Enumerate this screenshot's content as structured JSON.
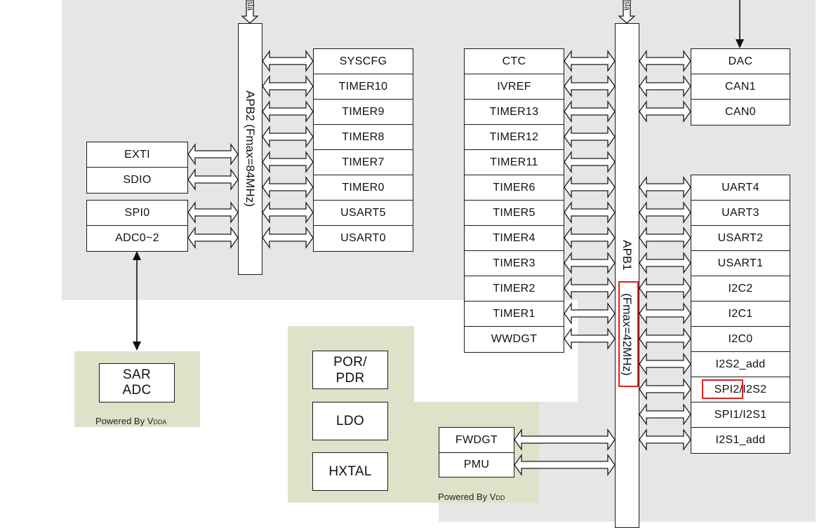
{
  "apb2": {
    "label": "APB2  (Fmax=84MHz)",
    "right_peripherals": [
      "SYSCFG",
      "TIMER10",
      "TIMER9",
      "TIMER8",
      "TIMER7",
      "TIMER0",
      "USART5",
      "USART0"
    ],
    "left_group_a": [
      "EXTI",
      "SDIO"
    ],
    "left_group_b": [
      "SPI0",
      "ADC0~2"
    ],
    "top_label": "sla"
  },
  "apb1": {
    "label_prefix": "APB1",
    "label_highlight": "(Fmax=42MHz)",
    "left_peripherals": [
      "CTC",
      "IVREF",
      "TIMER13",
      "TIMER12",
      "TIMER11",
      "TIMER6",
      "TIMER5",
      "TIMER4",
      "TIMER3",
      "TIMER2",
      "TIMER1",
      "WWDGT"
    ],
    "right_group_a": [
      "DAC",
      "CAN1",
      "CAN0"
    ],
    "right_group_b": [
      "UART4",
      "UART3",
      "USART2",
      "USART1",
      "I2C2",
      "I2C1",
      "I2C0",
      "I2S2_add",
      "SPI2/I2S2",
      "SPI1/I2S1",
      "I2S1_add"
    ],
    "top_label": "sla"
  },
  "vdda_region": {
    "sar_adc": "SAR\nADC",
    "caption": "Powered By V",
    "caption_sub": "DDA"
  },
  "vdd_region": {
    "por_pdr": "POR/\nPDR",
    "ldo": "LDO",
    "hxtal": "HXTAL",
    "fwdgt": "FWDGT",
    "pmu": "PMU",
    "caption": "Powered By V",
    "caption_sub": "DD"
  },
  "colors": {
    "gray_region": "#e6e6e6",
    "green_region": "#dde3c9",
    "highlight": "#e0201c"
  }
}
